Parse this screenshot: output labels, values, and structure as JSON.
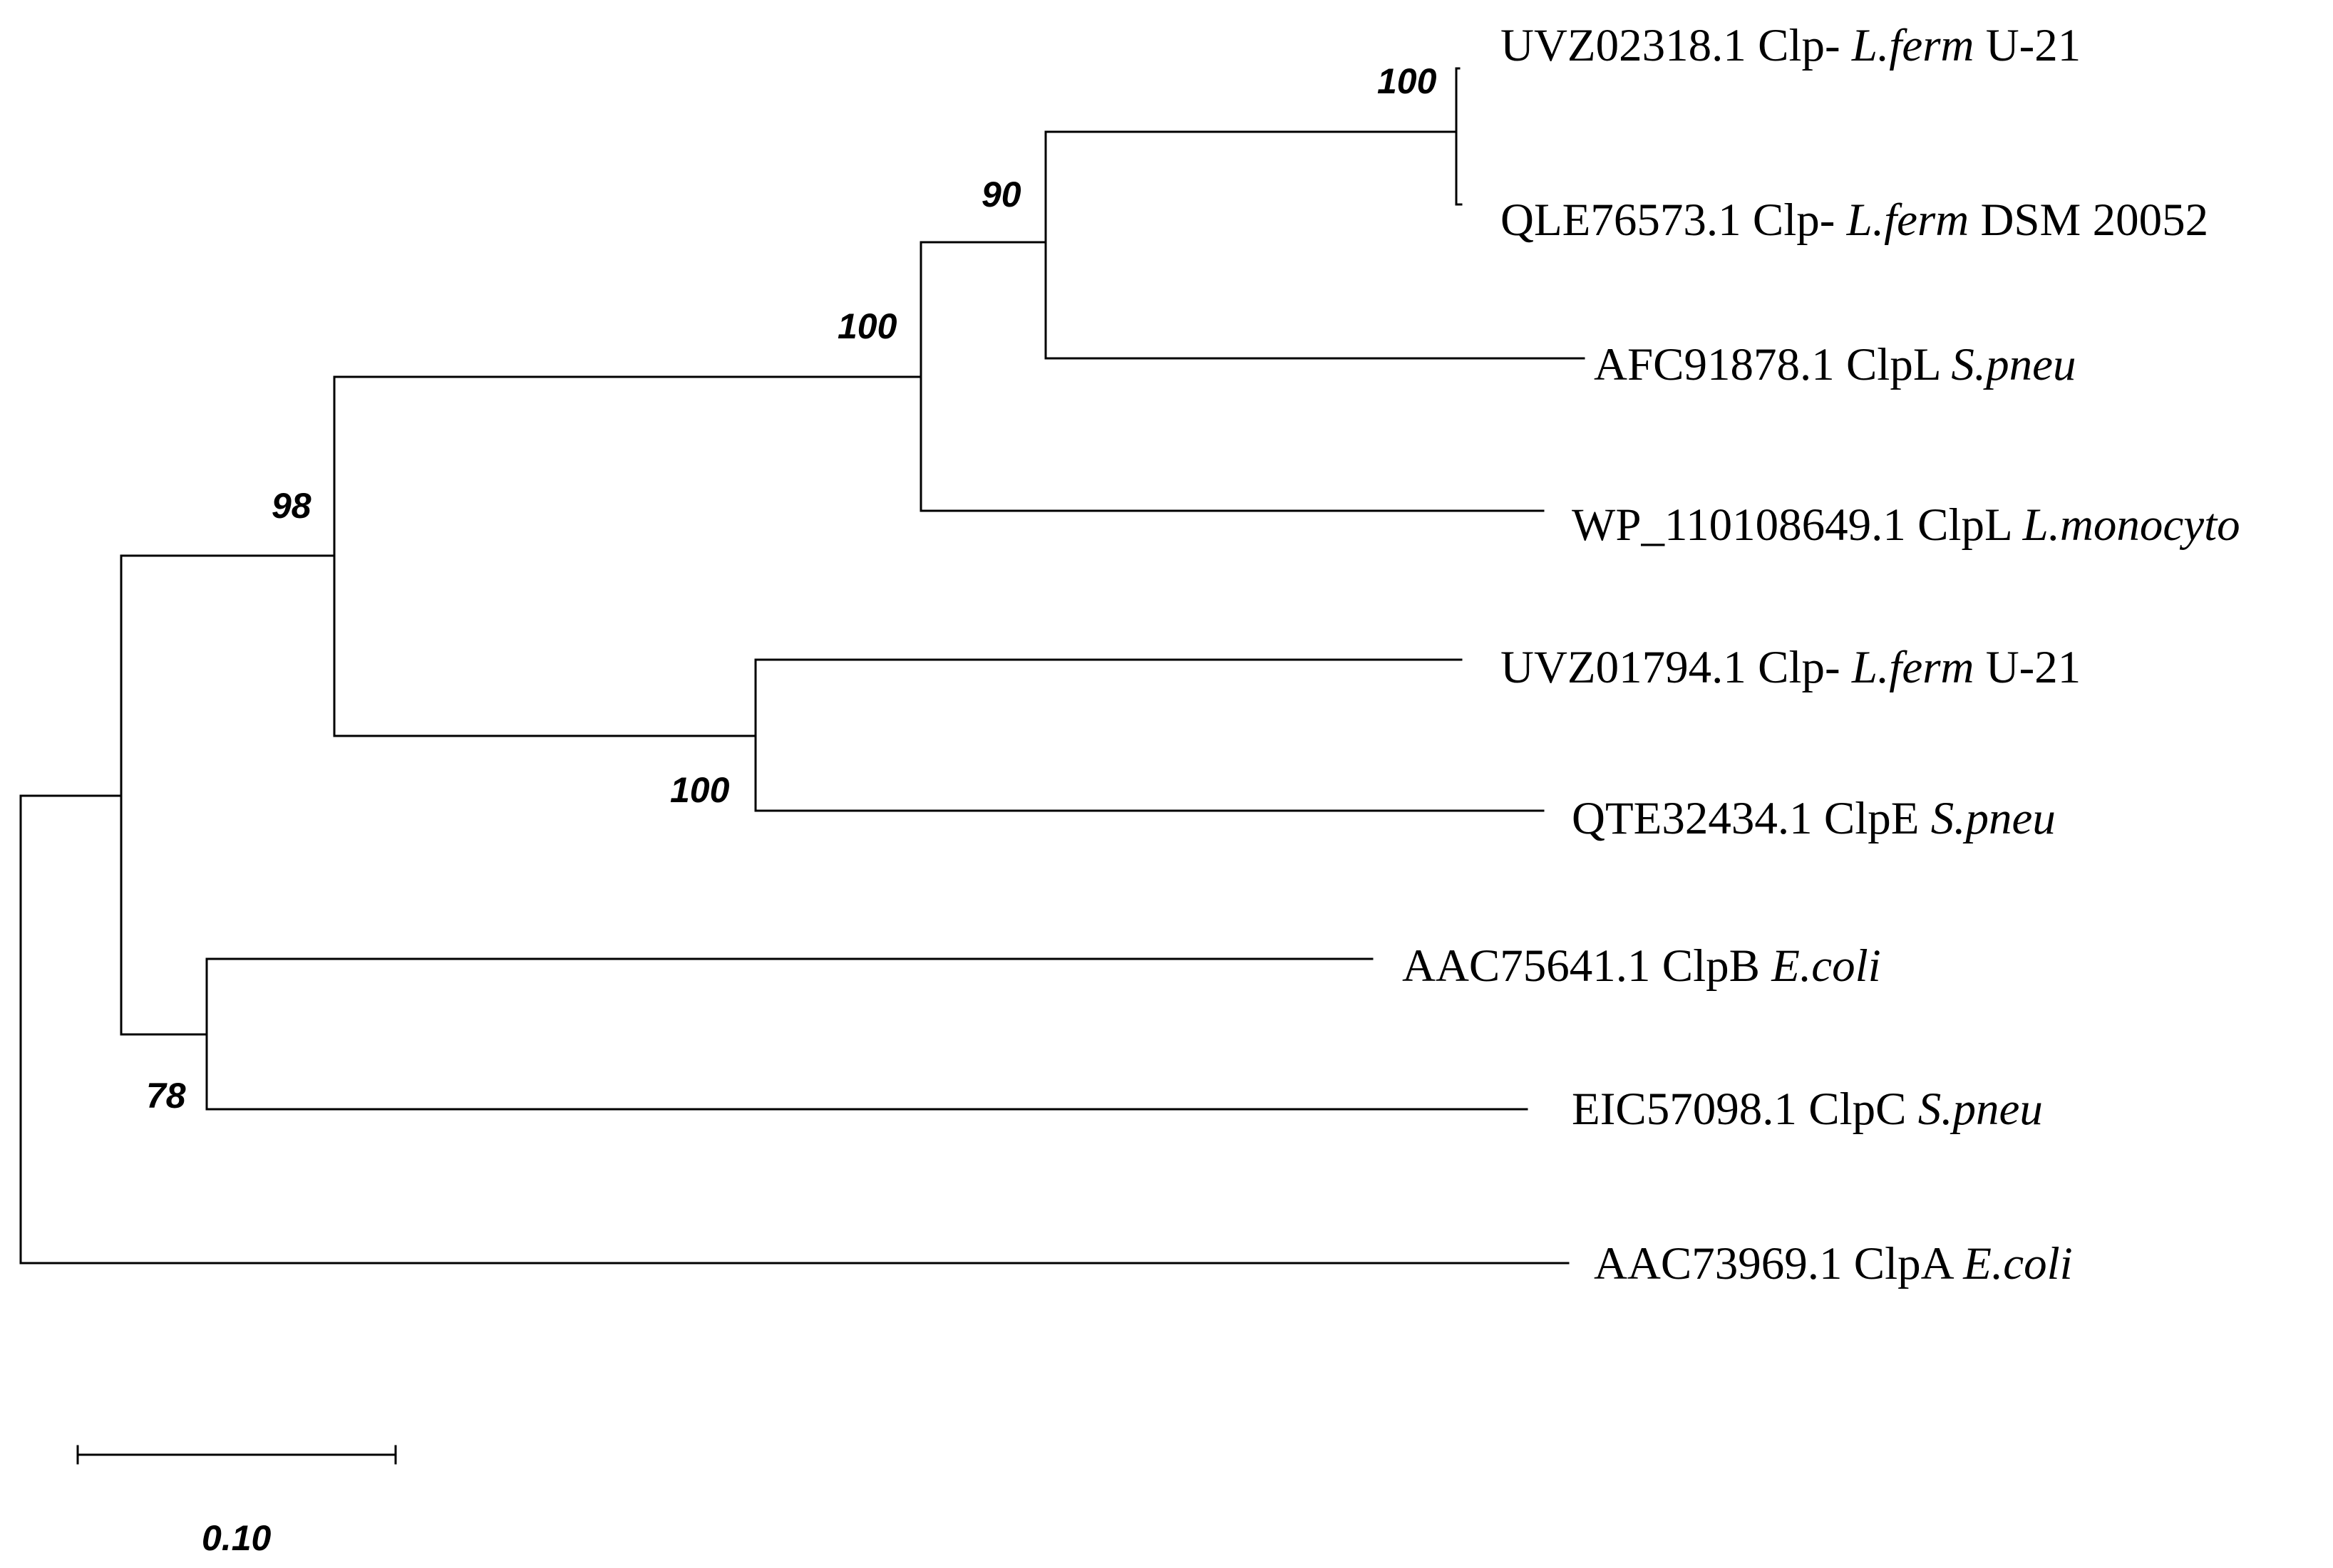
{
  "tree": {
    "leaves": [
      {
        "accession": "UVZ02318.1",
        "protein": "Clp-",
        "species": "L.ferm",
        "strain": "U-21"
      },
      {
        "accession": "QLE76573.1",
        "protein": "Clp-",
        "species": "L.ferm",
        "strain": "DSM 20052"
      },
      {
        "accession": "AFC91878.1",
        "protein": "ClpL",
        "species": "S.pneu",
        "strain": ""
      },
      {
        "accession": "WP_110108649.1",
        "protein": "ClpL",
        "species": "L.monocyto",
        "strain": ""
      },
      {
        "accession": "UVZ01794.1",
        "protein": "Clp-",
        "species": "L.ferm",
        "strain": "U-21"
      },
      {
        "accession": "QTE32434.1",
        "protein": "ClpE",
        "species": "S.pneu",
        "strain": ""
      },
      {
        "accession": "AAC75641.1",
        "protein": "ClpB",
        "species": "E.coli",
        "strain": ""
      },
      {
        "accession": "EIC57098.1",
        "protein": "ClpC",
        "species": "S.pneu",
        "strain": ""
      },
      {
        "accession": "AAC73969.1",
        "protein": "ClpA",
        "species": "E.coli",
        "strain": ""
      }
    ],
    "bootstrap_values": [
      "100",
      "90",
      "100",
      "98",
      "100",
      "78"
    ],
    "scale_bar": {
      "label": "0.10",
      "length": 0.1
    }
  }
}
